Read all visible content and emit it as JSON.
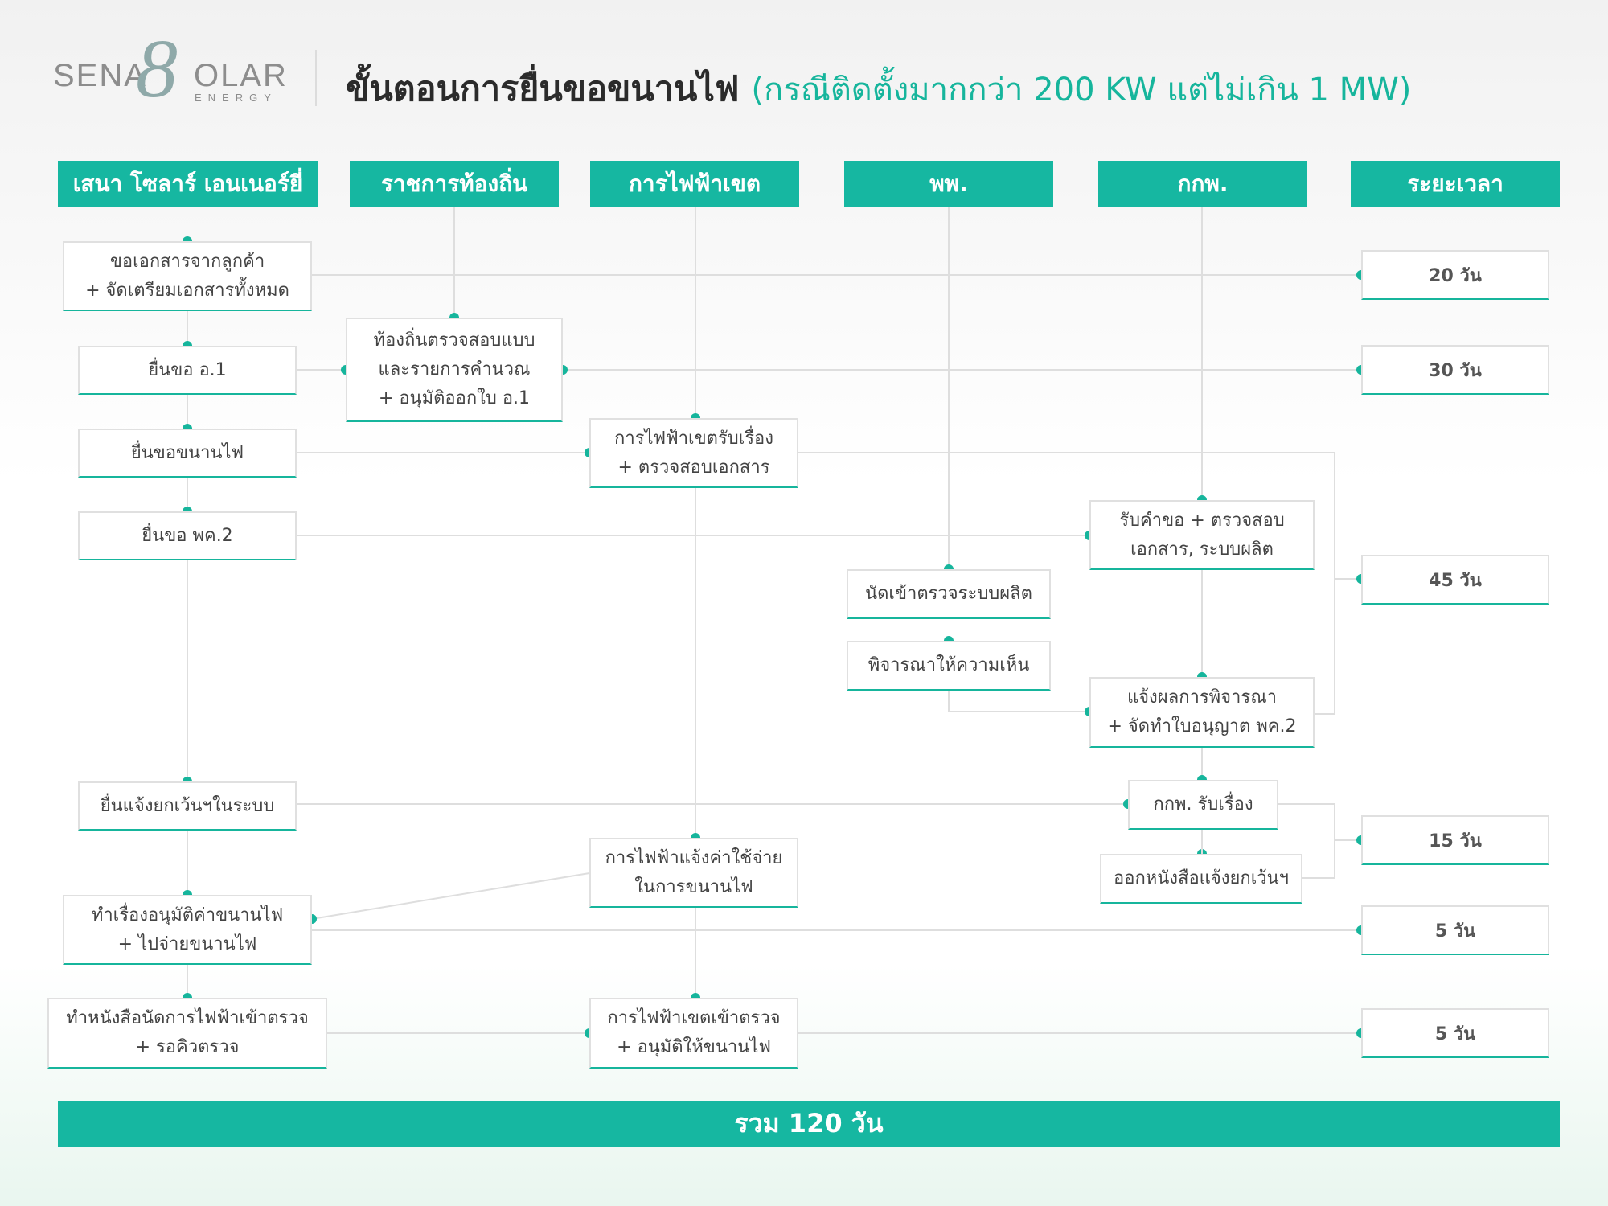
{
  "header": {
    "logo": {
      "text_sena": "SENA",
      "text_eight": "8",
      "text_olar": "OLAR",
      "text_energy": "ENERGY"
    },
    "title": "ขั้นตอนการยื่นขอขนานไฟ",
    "subtitle": "(กรณีติดตั้งมากกว่า 200 KW แต่ไม่เกิน 1 MW)"
  },
  "columns": [
    "เสนา โซลาร์ เอนเนอร์ยี่",
    "ราชการท้องถิ่น",
    "การไฟฟ้าเขต",
    "พพ.",
    "กกพ.",
    "ระยะเวลา"
  ],
  "steps": {
    "s1": {
      "line1": "ขอเอกสารจากลูกค้า",
      "line2": "+ จัดเตรียมเอกสารทั้งหมด"
    },
    "s2": {
      "line1": "ยื่นขอ อ.1"
    },
    "s3": {
      "line1": "ยื่นขอขนานไฟ"
    },
    "s4": {
      "line1": "ยื่นขอ พค.2"
    },
    "s5": {
      "line1": "ยื่นแจ้งยกเว้นฯในระบบ"
    },
    "s6": {
      "line1": "ทำเรื่องอนุมัติค่าขนานไฟ",
      "line2": "+ ไปจ่ายขนานไฟ"
    },
    "s7": {
      "line1": "ทำหนังสือนัดการไฟฟ้าเข้าตรวจ",
      "line2": "+ รอคิวตรวจ"
    },
    "l1": {
      "line1": "ท้องถิ่นตรวจสอบแบบ",
      "line2": "และรายการคำนวณ",
      "line3": "+ อนุมัติออกใบ อ.1"
    },
    "e1": {
      "line1": "การไฟฟ้าเขตรับเรื่อง",
      "line2": "+ ตรวจสอบเอกสาร"
    },
    "e2": {
      "line1": "การไฟฟ้าแจ้งค่าใช้จ่าย",
      "line2": "ในการขนานไฟ"
    },
    "e3": {
      "line1": "การไฟฟ้าเขตเข้าตรวจ",
      "line2": "+ อนุมัติให้ขนานไฟ"
    },
    "p1": {
      "line1": "นัดเข้าตรวจระบบผลิต"
    },
    "p2": {
      "line1": "พิจารณาให้ความเห็น"
    },
    "k1": {
      "line1": "รับคำขอ + ตรวจสอบ",
      "line2": "เอกสาร, ระบบผลิต"
    },
    "k2": {
      "line1": "แจ้งผลการพิจารณา",
      "line2": "+ จัดทำใบอนุญาต พค.2"
    },
    "k3": {
      "line1": "กกพ. รับเรื่อง"
    },
    "k4": {
      "line1": "ออกหนังสือแจ้งยกเว้นฯ"
    }
  },
  "durations": [
    "20 วัน",
    "30 วัน",
    "45 วัน",
    "15 วัน",
    "5 วัน",
    "5 วัน"
  ],
  "total": "รวม 120 วัน",
  "colors": {
    "accent": "#16b7a1",
    "line": "#dedede",
    "text": "#333333"
  }
}
